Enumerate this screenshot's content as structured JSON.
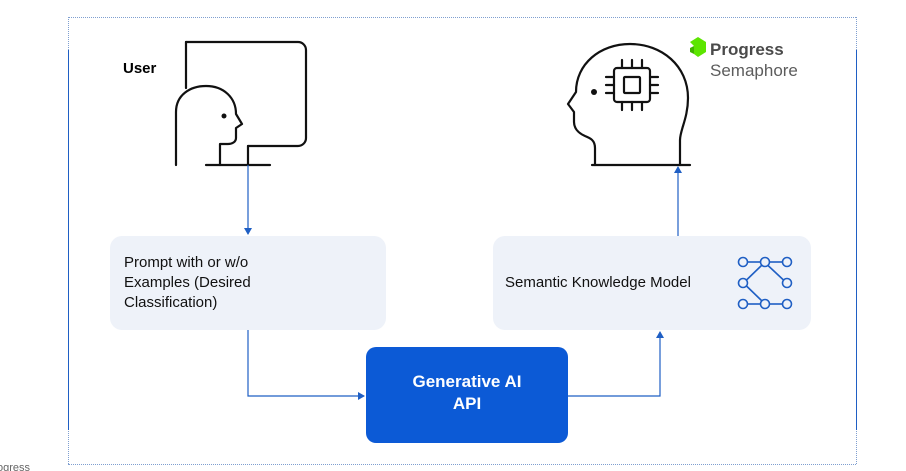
{
  "user": {
    "label": "User"
  },
  "prompt_box": {
    "lines": [
      "Prompt with or w/o",
      "Examples (Desired",
      "Classification)"
    ]
  },
  "skm_box": {
    "label": "Semantic Knowledge Model"
  },
  "genai_box": {
    "line1": "Generative AI",
    "line2": "API"
  },
  "brand": {
    "name": "Progress",
    "product": "Semaphore",
    "footer": "Progress"
  },
  "colors": {
    "accent_blue": "#0c5ad6",
    "box_fill": "#eef2f9",
    "brand_green": "#5ce500",
    "icon_blue": "#1f5fc4"
  },
  "icons": {
    "user_icon": "person-at-monitor-icon",
    "ai_head_icon": "head-with-chip-icon",
    "skm_icon": "node-graph-icon",
    "brand_icon": "progress-logo-icon"
  }
}
